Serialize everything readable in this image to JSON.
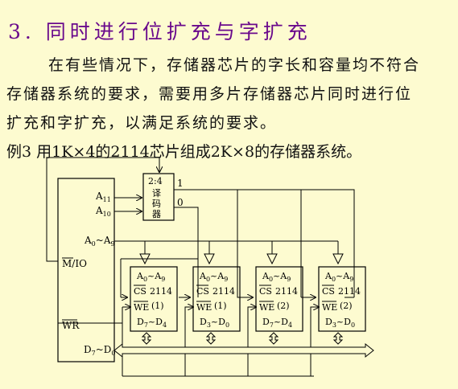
{
  "heading": "3. 同时进行位扩充与字扩充",
  "paragraph": {
    "line1": "在有些情况下，存储器芯片的字长和容量均不符合",
    "line2": "存储器系统的要求，需要用多片存储器芯片同时进行位",
    "line3": "扩充和字扩充，以满足系统的要求。"
  },
  "example": "例3 用1K×4的2114芯片组成2K×8的存储器系统。",
  "diagram": {
    "cpu_pins": {
      "a11": "A11",
      "a10": "A10",
      "a0_a9": "A0~A9",
      "mio": "M/IO",
      "wr": "WR",
      "data": "D7~D0"
    },
    "decoder": {
      "ratio": "2:4",
      "name_1": "译",
      "name_2": "码",
      "name_3": "器",
      "out1": "1",
      "out0": "0"
    },
    "chips": [
      {
        "addr": "A0~A9",
        "cs": "CS",
        "part": "2114",
        "we": "WE",
        "group": "(1)",
        "data": "D7~D4"
      },
      {
        "addr": "A0~A9",
        "cs": "CS",
        "part": "2114",
        "we": "WE",
        "group": "(1)",
        "data": "D3~D0"
      },
      {
        "addr": "A0~A9",
        "cs": "CS",
        "part": "2114",
        "we": "WE",
        "group": "(2)",
        "data": "D7~D4"
      },
      {
        "addr": "A0~A9",
        "cs": "CS",
        "part": "2114",
        "we": "WE",
        "group": "(2)",
        "data": "D3~D0"
      }
    ]
  }
}
